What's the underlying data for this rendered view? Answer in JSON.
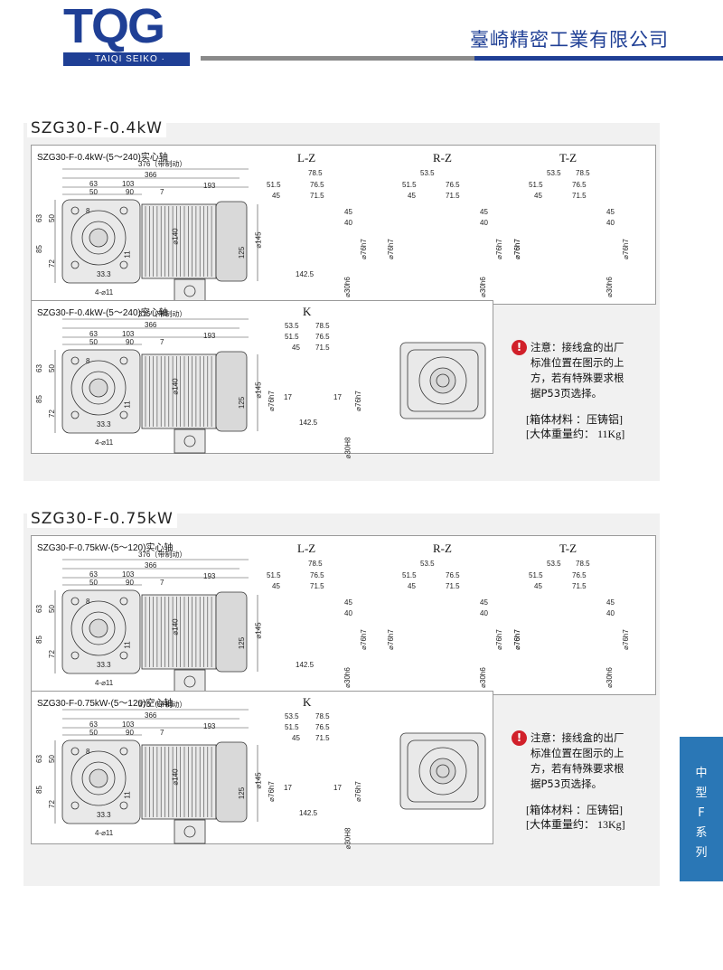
{
  "header": {
    "logo_letters": "TQG",
    "logo_sub": "· TAIQI SEIKO ·",
    "company": "臺崎精密工業有限公司",
    "colors": {
      "brand": "#1f3f95",
      "rule_gray": "#8a8a8a",
      "tab": "#2a77b6",
      "alert": "#d1202a"
    }
  },
  "sections": [
    {
      "title": "SZG30-F-0.4kW",
      "solid": {
        "title": "SZG30-F-0.4kW-(5～240)实心轴",
        "dims": {
          "total": "376（带制动）",
          "d366": "366",
          "d193": "193",
          "d63": "63",
          "d50": "50",
          "d103": "103",
          "d90": "90",
          "d7": "7",
          "d8": "8",
          "v63": "63",
          "v50": "50",
          "v85": "85",
          "v72": "72",
          "d11": "11",
          "d33": "33.3",
          "d140": "⌀140",
          "d125": "125",
          "d145": "⌀145",
          "holes": "4-⌀11"
        }
      },
      "views": [
        {
          "label": "L-Z",
          "d1": "78.5",
          "d2": "51.5",
          "d3": "76.5",
          "d4": "45",
          "d5": "71.5",
          "d6": "45",
          "d7": "40",
          "d8": "⌀76h7",
          "d9": "⌀30h6",
          "d10": "142.5"
        },
        {
          "label": "R-Z",
          "d1": "53.5",
          "d2": "51.5",
          "d3": "76.5",
          "d4": "45",
          "d5": "71.5",
          "d6": "45",
          "d7": "40",
          "d8": "⌀76h7",
          "d9": "⌀30h6"
        },
        {
          "label": "T-Z",
          "d1": "53.5",
          "d0": "78.5",
          "d2": "51.5",
          "d3": "76.5",
          "d4": "45",
          "d5": "71.5",
          "d6": "45",
          "d7": "40",
          "d8": "⌀76h7",
          "d9": "⌀30h6",
          "d8b": "⌀76h7"
        }
      ],
      "hollow": {
        "title": "SZG30-F-0.4kW-(5～240)空心轴",
        "k_label": "K",
        "k_dims": {
          "a": "53.5",
          "b": "78.5",
          "c": "51.5",
          "d": "76.5",
          "e": "45",
          "f": "71.5",
          "g": "17",
          "h": "17",
          "i": "⌀76h7",
          "j": "⌀76h7",
          "k": "142.5",
          "l": "⌀30H8"
        }
      },
      "note": {
        "line1": "注意：接线盒的出厂",
        "line2": "标准位置在图示的上",
        "line3": "方，若有特殊要求根",
        "line4": "据P53页选择。"
      },
      "spec": {
        "material": "[箱体材料 ：压铸铝]",
        "weight": "[大体重量约：  11Kg]"
      }
    },
    {
      "title": "SZG30-F-0.75kW",
      "solid": {
        "title": "SZG30-F-0.75kW-(5～120)实心轴",
        "dims": {
          "total": "376（带制动）",
          "d366": "366",
          "d193": "193",
          "d63": "63",
          "d50": "50",
          "d103": "103",
          "d90": "90",
          "d7": "7",
          "d8": "8",
          "v63": "63",
          "v50": "50",
          "v85": "85",
          "v72": "72",
          "d11": "11",
          "d33": "33.3",
          "d140": "⌀140",
          "d125": "125",
          "d145": "⌀145",
          "holes": "4-⌀11"
        }
      },
      "views": [
        {
          "label": "L-Z",
          "d1": "78.5",
          "d2": "51.5",
          "d3": "76.5",
          "d4": "45",
          "d5": "71.5",
          "d6": "45",
          "d7": "40",
          "d8": "⌀76h7",
          "d9": "⌀30h6",
          "d10": "142.5"
        },
        {
          "label": "R-Z",
          "d1": "53.5",
          "d2": "51.5",
          "d3": "76.5",
          "d4": "45",
          "d5": "71.5",
          "d6": "45",
          "d7": "40",
          "d8": "⌀76h7",
          "d9": "⌀30h6"
        },
        {
          "label": "T-Z",
          "d1": "53.5",
          "d0": "78.5",
          "d2": "51.5",
          "d3": "76.5",
          "d4": "45",
          "d5": "71.5",
          "d6": "45",
          "d7": "40",
          "d8": "⌀76h7",
          "d9": "⌀30h6",
          "d8b": "⌀76h7"
        }
      ],
      "hollow": {
        "title": "SZG30-F-0.75kW-(5～120)空心轴",
        "k_label": "K",
        "k_dims": {
          "a": "53.5",
          "b": "78.5",
          "c": "51.5",
          "d": "76.5",
          "e": "45",
          "f": "71.5",
          "g": "17",
          "h": "17",
          "i": "⌀76h7",
          "j": "⌀76h7",
          "k": "142.5",
          "l": "⌀30H8"
        }
      },
      "note": {
        "line1": "注意：接线盒的出厂",
        "line2": "标准位置在图示的上",
        "line3": "方，若有特殊要求根",
        "line4": "据P53页选择。"
      },
      "spec": {
        "material": "[箱体材料 ：压铸铝]",
        "weight": "[大体重量约：  13Kg]"
      }
    }
  ],
  "side_tab": {
    "c1": "中",
    "c2": "型",
    "c3": "F",
    "c4": "系",
    "c5": "列"
  }
}
